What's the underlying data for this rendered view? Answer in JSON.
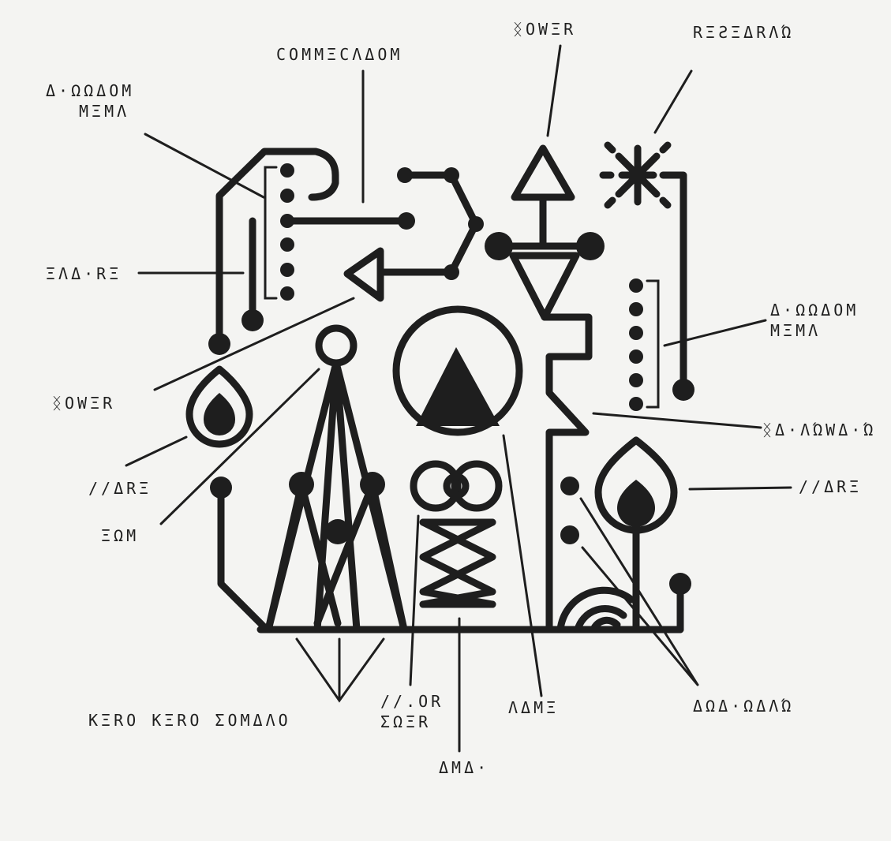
{
  "colors": {
    "ink": "#1e1e1e",
    "paper": "#f4f4f2"
  },
  "labels": {
    "power_top": "ᛝOWΞR",
    "research": "RΞƧΞΔRΛΏ",
    "connection": "COMMΞCΛΔOM",
    "action_menu_left": [
      "Δ·ΩΩΔOM",
      "MΞMΛ"
    ],
    "shape": "ΞΛΔ·RΞ",
    "action_menu_right": [
      "Δ·ΩΩΔOM",
      "MΞMΛ"
    ],
    "power_left": "ᛝOWΞR",
    "pathway": "ᛝΔ·ΛΏWΔ·Ώ",
    "flare_left": "//ΔRΞ",
    "flare_right": "//ΔRΞ",
    "sun": "ΞΩM",
    "kero": "KΞRO KΞRO ΣOMΔΛO",
    "moon_sister": [
      "//.OR",
      "ΣΩΞR"
    ],
    "game": "ΛΔMΞ",
    "dna": "ΔMΔ·",
    "signals": "ΔΩΔ·ΩΔΛΏ"
  }
}
